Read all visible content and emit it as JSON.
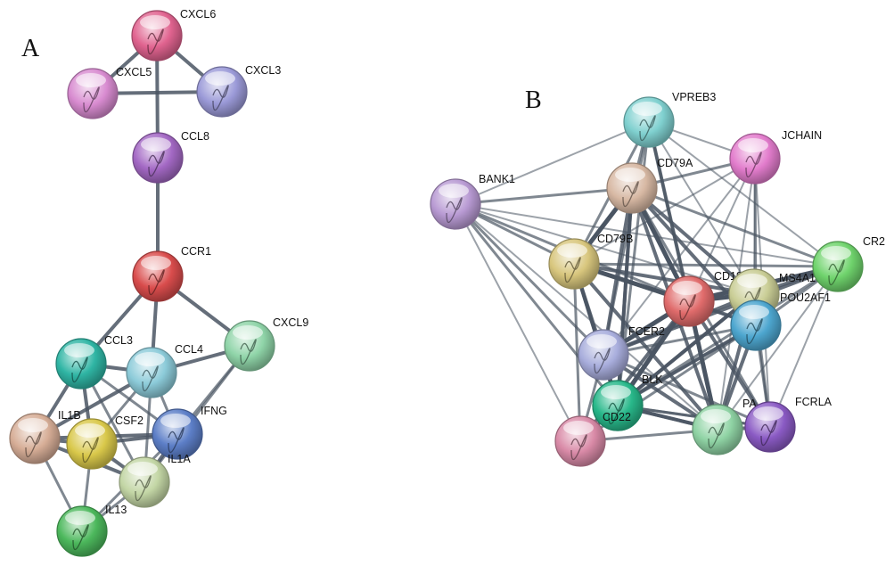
{
  "panels": [
    {
      "label": "A",
      "nodes": [
        {
          "id": "CXCL6",
          "label": "CXCL6",
          "color": "#e0638f"
        },
        {
          "id": "CXCL5",
          "label": "CXCL5",
          "color": "#d88bd0"
        },
        {
          "id": "CXCL3",
          "label": "CXCL3",
          "color": "#9b9ad8"
        },
        {
          "id": "CCL8",
          "label": "CCL8",
          "color": "#a368c4"
        },
        {
          "id": "CCR1",
          "label": "CCR1",
          "color": "#d94c4c"
        },
        {
          "id": "CXCL9",
          "label": "CXCL9",
          "color": "#8fd4a8"
        },
        {
          "id": "CCL3",
          "label": "CCL3",
          "color": "#2fb5a4"
        },
        {
          "id": "CCL4",
          "label": "CCL4",
          "color": "#8ccbd9"
        },
        {
          "id": "IL1B",
          "label": "IL1B",
          "color": "#d6ad96"
        },
        {
          "id": "CSF2",
          "label": "CSF2",
          "color": "#d9c84a"
        },
        {
          "id": "IFNG",
          "label": "IFNG",
          "color": "#5c7ec7"
        },
        {
          "id": "IL1A",
          "label": "IL1A",
          "color": "#c3d6a5"
        },
        {
          "id": "IL13",
          "label": "IL13",
          "color": "#4cb85c"
        }
      ],
      "edges": [
        {
          "s": "CXCL6",
          "t": "CXCL5",
          "w": 4
        },
        {
          "s": "CXCL6",
          "t": "CXCL3",
          "w": 4
        },
        {
          "s": "CXCL5",
          "t": "CXCL3",
          "w": 4
        },
        {
          "s": "CXCL6",
          "t": "CCL8",
          "w": 4
        },
        {
          "s": "CCL8",
          "t": "CCR1",
          "w": 4
        },
        {
          "s": "CCR1",
          "t": "CCL3",
          "w": 4
        },
        {
          "s": "CCR1",
          "t": "CCL4",
          "w": 4
        },
        {
          "s": "CCR1",
          "t": "CXCL9",
          "w": 4
        },
        {
          "s": "CXCL9",
          "t": "CCL4",
          "w": 4
        },
        {
          "s": "CXCL9",
          "t": "IFNG",
          "w": 3
        },
        {
          "s": "CXCL9",
          "t": "IL1A",
          "w": 3
        },
        {
          "s": "CCL3",
          "t": "CCL4",
          "w": 4
        },
        {
          "s": "CCL3",
          "t": "IL1B",
          "w": 4
        },
        {
          "s": "CCL3",
          "t": "CSF2",
          "w": 4
        },
        {
          "s": "CCL3",
          "t": "IFNG",
          "w": 3
        },
        {
          "s": "CCL3",
          "t": "IL1A",
          "w": 3
        },
        {
          "s": "CCL4",
          "t": "IL1B",
          "w": 4
        },
        {
          "s": "CCL4",
          "t": "CSF2",
          "w": 3
        },
        {
          "s": "CCL4",
          "t": "IFNG",
          "w": 3
        },
        {
          "s": "CCL4",
          "t": "IL1A",
          "w": 3
        },
        {
          "s": "IL1B",
          "t": "CSF2",
          "w": 4
        },
        {
          "s": "IL1B",
          "t": "IFNG",
          "w": 4
        },
        {
          "s": "IL1B",
          "t": "IL1A",
          "w": 4
        },
        {
          "s": "IL1B",
          "t": "IL13",
          "w": 3
        },
        {
          "s": "CSF2",
          "t": "IFNG",
          "w": 4
        },
        {
          "s": "CSF2",
          "t": "IL1A",
          "w": 4
        },
        {
          "s": "CSF2",
          "t": "IL13",
          "w": 3
        },
        {
          "s": "IFNG",
          "t": "IL1A",
          "w": 4
        },
        {
          "s": "IFNG",
          "t": "IL13",
          "w": 3
        },
        {
          "s": "IL1A",
          "t": "IL13",
          "w": 3
        }
      ]
    },
    {
      "label": "B",
      "nodes": [
        {
          "id": "VPREB3",
          "label": "VPREB3",
          "color": "#7fd0cf"
        },
        {
          "id": "JCHAIN",
          "label": "JCHAIN",
          "color": "#e27ccc"
        },
        {
          "id": "BANK1",
          "label": "BANK1",
          "color": "#b89ad3"
        },
        {
          "id": "CD79A",
          "label": "CD79A",
          "color": "#d7b8a3"
        },
        {
          "id": "CD79B",
          "label": "CD79B",
          "color": "#d8c67d"
        },
        {
          "id": "CR2",
          "label": "CR2",
          "color": "#6fd36c"
        },
        {
          "id": "CD19",
          "label": "CD19",
          "color": "#e06b6b"
        },
        {
          "id": "MS4A1",
          "label": "MS4A1",
          "color": "#c9cd95"
        },
        {
          "id": "POU2AF1",
          "label": "POU2AF1",
          "color": "#4da6cf"
        },
        {
          "id": "FCER2",
          "label": "FCER2",
          "color": "#a8addc"
        },
        {
          "id": "BLK",
          "label": "BLK",
          "color": "#28b88a"
        },
        {
          "id": "CD22",
          "label": "CD22",
          "color": "#28b88a"
        },
        {
          "id": "PAX5",
          "label": "PA",
          "color": "#8fd3a4"
        },
        {
          "id": "FCRLA",
          "label": "FCRLA",
          "color": "#8a5ac4"
        },
        {
          "id": "PINK",
          "label": "",
          "color": "#d98aa7"
        }
      ],
      "edges": [
        {
          "s": "VPREB3",
          "t": "BANK1",
          "w": 2
        },
        {
          "s": "VPREB3",
          "t": "CD79A",
          "w": 3
        },
        {
          "s": "VPREB3",
          "t": "CD79B",
          "w": 3
        },
        {
          "s": "VPREB3",
          "t": "CD19",
          "w": 4
        },
        {
          "s": "VPREB3",
          "t": "FCER2",
          "w": 3
        },
        {
          "s": "VPREB3",
          "t": "CD22",
          "w": 3
        },
        {
          "s": "VPREB3",
          "t": "PAX5",
          "w": 3
        },
        {
          "s": "VPREB3",
          "t": "MS4A1",
          "w": 2
        },
        {
          "s": "VPREB3",
          "t": "JCHAIN",
          "w": 2
        },
        {
          "s": "VPREB3",
          "t": "CR2",
          "w": 2
        },
        {
          "s": "JCHAIN",
          "t": "CD79A",
          "w": 3
        },
        {
          "s": "JCHAIN",
          "t": "CD79B",
          "w": 2
        },
        {
          "s": "JCHAIN",
          "t": "CD19",
          "w": 2
        },
        {
          "s": "JCHAIN",
          "t": "MS4A1",
          "w": 2
        },
        {
          "s": "JCHAIN",
          "t": "POU2AF1",
          "w": 3
        },
        {
          "s": "JCHAIN",
          "t": "FCER2",
          "w": 2
        },
        {
          "s": "JCHAIN",
          "t": "PAX5",
          "w": 2
        },
        {
          "s": "JCHAIN",
          "t": "FCRLA",
          "w": 2
        },
        {
          "s": "BANK1",
          "t": "CD79A",
          "w": 3
        },
        {
          "s": "BANK1",
          "t": "CD79B",
          "w": 3
        },
        {
          "s": "BANK1",
          "t": "CD19",
          "w": 3
        },
        {
          "s": "BANK1",
          "t": "MS4A1",
          "w": 2
        },
        {
          "s": "BANK1",
          "t": "FCER2",
          "w": 3
        },
        {
          "s": "BANK1",
          "t": "BLK",
          "w": 3
        },
        {
          "s": "BANK1",
          "t": "PAX5",
          "w": 2
        },
        {
          "s": "BANK1",
          "t": "PINK",
          "w": 2
        },
        {
          "s": "BANK1",
          "t": "CR2",
          "w": 2
        },
        {
          "s": "CD79A",
          "t": "CD79B",
          "w": 5
        },
        {
          "s": "CD79A",
          "t": "CD19",
          "w": 5
        },
        {
          "s": "CD79A",
          "t": "MS4A1",
          "w": 4
        },
        {
          "s": "CD79A",
          "t": "POU2AF1",
          "w": 4
        },
        {
          "s": "CD79A",
          "t": "FCER2",
          "w": 4
        },
        {
          "s": "CD79A",
          "t": "BLK",
          "w": 4
        },
        {
          "s": "CD79A",
          "t": "CD22",
          "w": 4
        },
        {
          "s": "CD79A",
          "t": "PAX5",
          "w": 4
        },
        {
          "s": "CD79A",
          "t": "CR2",
          "w": 3
        },
        {
          "s": "CD79A",
          "t": "FCRLA",
          "w": 3
        },
        {
          "s": "CD79B",
          "t": "CD19",
          "w": 5
        },
        {
          "s": "CD79B",
          "t": "MS4A1",
          "w": 4
        },
        {
          "s": "CD79B",
          "t": "POU2AF1",
          "w": 3
        },
        {
          "s": "CD79B",
          "t": "FCER2",
          "w": 4
        },
        {
          "s": "CD79B",
          "t": "BLK",
          "w": 4
        },
        {
          "s": "CD79B",
          "t": "CD22",
          "w": 4
        },
        {
          "s": "CD79B",
          "t": "PAX5",
          "w": 4
        },
        {
          "s": "CD79B",
          "t": "CR2",
          "w": 3
        },
        {
          "s": "CD79B",
          "t": "PINK",
          "w": 3
        },
        {
          "s": "CR2",
          "t": "CD19",
          "w": 5
        },
        {
          "s": "CR2",
          "t": "MS4A1",
          "w": 4
        },
        {
          "s": "CR2",
          "t": "FCER2",
          "w": 4
        },
        {
          "s": "CR2",
          "t": "CD22",
          "w": 3
        },
        {
          "s": "CR2",
          "t": "PAX5",
          "w": 2
        },
        {
          "s": "CR2",
          "t": "FCRLA",
          "w": 2
        },
        {
          "s": "CR2",
          "t": "POU2AF1",
          "w": 3
        },
        {
          "s": "CD19",
          "t": "MS4A1",
          "w": 5
        },
        {
          "s": "CD19",
          "t": "POU2AF1",
          "w": 4
        },
        {
          "s": "CD19",
          "t": "FCER2",
          "w": 5
        },
        {
          "s": "CD19",
          "t": "BLK",
          "w": 5
        },
        {
          "s": "CD19",
          "t": "CD22",
          "w": 5
        },
        {
          "s": "CD19",
          "t": "PAX5",
          "w": 5
        },
        {
          "s": "CD19",
          "t": "FCRLA",
          "w": 4
        },
        {
          "s": "CD19",
          "t": "PINK",
          "w": 4
        },
        {
          "s": "MS4A1",
          "t": "POU2AF1",
          "w": 4
        },
        {
          "s": "MS4A1",
          "t": "FCER2",
          "w": 4
        },
        {
          "s": "MS4A1",
          "t": "BLK",
          "w": 4
        },
        {
          "s": "MS4A1",
          "t": "CD22",
          "w": 4
        },
        {
          "s": "MS4A1",
          "t": "PAX5",
          "w": 4
        },
        {
          "s": "MS4A1",
          "t": "FCRLA",
          "w": 3
        },
        {
          "s": "POU2AF1",
          "t": "FCER2",
          "w": 3
        },
        {
          "s": "POU2AF1",
          "t": "BLK",
          "w": 3
        },
        {
          "s": "POU2AF1",
          "t": "CD22",
          "w": 4
        },
        {
          "s": "POU2AF1",
          "t": "PAX5",
          "w": 4
        },
        {
          "s": "POU2AF1",
          "t": "FCRLA",
          "w": 3
        },
        {
          "s": "POU2AF1",
          "t": "PINK",
          "w": 3
        },
        {
          "s": "FCER2",
          "t": "BLK",
          "w": 4
        },
        {
          "s": "FCER2",
          "t": "CD22",
          "w": 4
        },
        {
          "s": "FCER2",
          "t": "PAX5",
          "w": 4
        },
        {
          "s": "FCER2",
          "t": "PINK",
          "w": 3
        },
        {
          "s": "FCER2",
          "t": "FCRLA",
          "w": 3
        },
        {
          "s": "BLK",
          "t": "CD22",
          "w": 4
        },
        {
          "s": "BLK",
          "t": "PAX5",
          "w": 4
        },
        {
          "s": "BLK",
          "t": "FCRLA",
          "w": 3
        },
        {
          "s": "BLK",
          "t": "PINK",
          "w": 3
        },
        {
          "s": "CD22",
          "t": "PAX5",
          "w": 4
        },
        {
          "s": "CD22",
          "t": "PINK",
          "w": 4
        },
        {
          "s": "CD22",
          "t": "FCRLA",
          "w": 3
        },
        {
          "s": "PAX5",
          "t": "FCRLA",
          "w": 4
        },
        {
          "s": "PAX5",
          "t": "PINK",
          "w": 3
        }
      ]
    }
  ]
}
